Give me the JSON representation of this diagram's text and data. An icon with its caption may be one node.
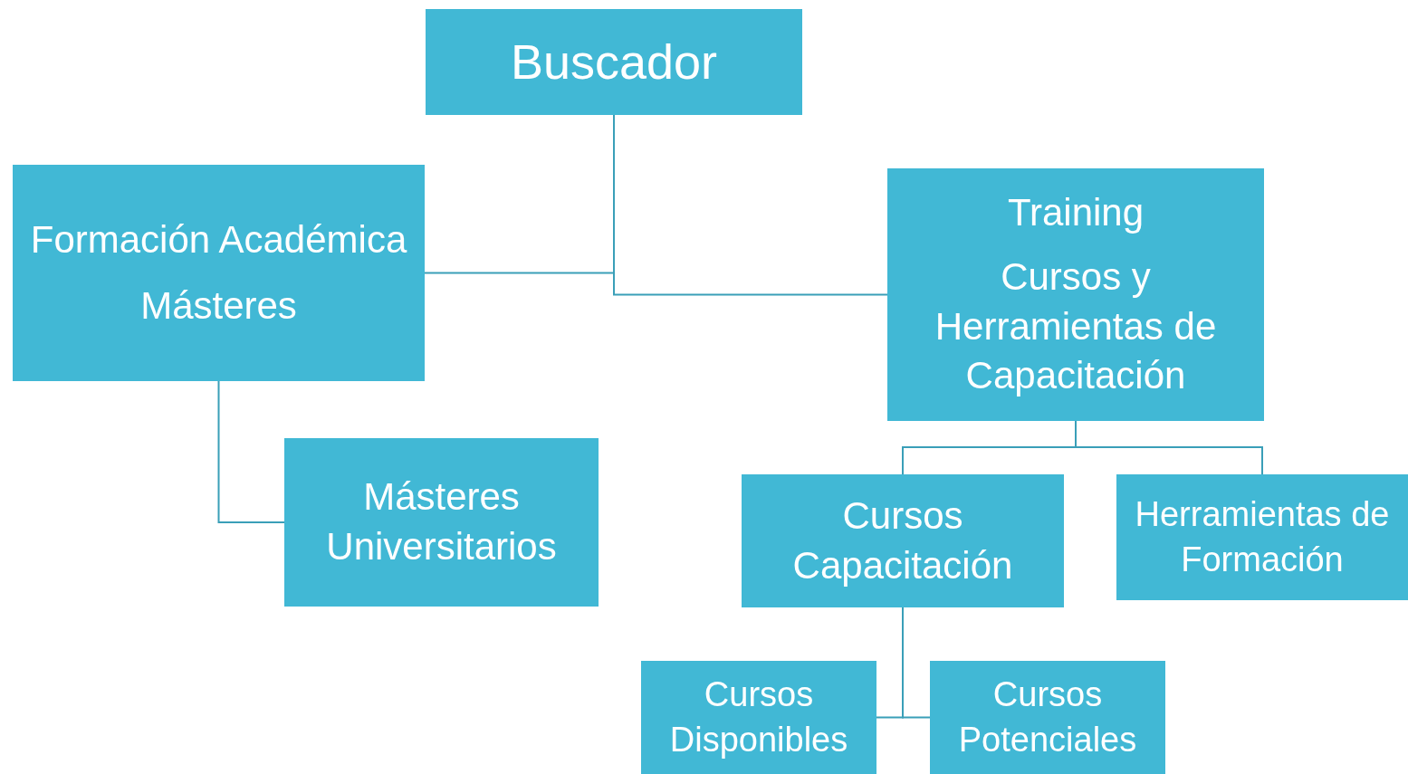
{
  "diagram": {
    "nodes": [
      {
        "text": [
          "Buscador"
        ]
      },
      {
        "text": [
          "Formación Académica",
          "Másteres"
        ]
      },
      {
        "text": [
          "Training",
          "Cursos y Herramientas de Capacitación"
        ]
      },
      {
        "text": [
          "Másteres Universitarios"
        ]
      },
      {
        "text": [
          "Cursos Capacitación"
        ]
      },
      {
        "text": [
          "Herramientas de Formación"
        ]
      },
      {
        "text": [
          "Cursos Disponibles"
        ]
      },
      {
        "text": [
          "Cursos Potenciales"
        ]
      }
    ],
    "edges": [
      {
        "from": 0,
        "to": 1,
        "arrow": "none"
      },
      {
        "from": 0,
        "to": 2,
        "arrow": "none"
      },
      {
        "from": 1,
        "to": 3,
        "arrow": "none"
      },
      {
        "from": 2,
        "to": 4,
        "arrow": "none"
      },
      {
        "from": 2,
        "to": 5,
        "arrow": "none"
      },
      {
        "from": 4,
        "to": 6,
        "arrow": "none"
      },
      {
        "from": 4,
        "to": 7,
        "arrow": "none"
      }
    ]
  }
}
